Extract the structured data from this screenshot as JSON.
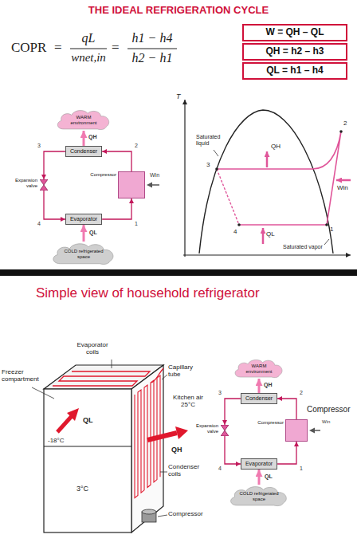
{
  "diagram": {
    "title": "THE IDEAL REFRIGERATION CYCLE",
    "nodes": [
      {
        "text": [
          "W = QH – QL"
        ]
      },
      {
        "text": [
          "QH = h2 – h3"
        ]
      },
      {
        "text": [
          "QL = h1 – h4"
        ]
      },
      {
        "text": [
          "WARM environment"
        ]
      },
      {
        "text": [
          "Condenser"
        ]
      },
      {
        "text": [
          "Expansion valve"
        ]
      },
      {
        "text": [
          "Compressor"
        ]
      },
      {
        "text": [
          "Evaporator"
        ]
      },
      {
        "text": [
          "COLD refrigerated space"
        ]
      },
      {
        "text": [
          "WARM environment"
        ]
      },
      {
        "text": [
          "Condenser"
        ]
      },
      {
        "text": [
          "Expansion valve"
        ]
      },
      {
        "text": [
          "Compressor"
        ]
      },
      {
        "text": [
          "Evaporator"
        ]
      },
      {
        "text": [
          "COLD refrigerated space"
        ]
      }
    ],
    "edges": [
      {
        "from": 4,
        "to": 5,
        "label": "3",
        "arrow": "to"
      },
      {
        "from": 5,
        "to": 7,
        "label": "4",
        "arrow": "to"
      },
      {
        "from": 7,
        "to": 6,
        "label": "1",
        "arrow": "to"
      },
      {
        "from": 6,
        "to": 4,
        "label": "2",
        "arrow": "to"
      },
      {
        "from": 4,
        "to": 3,
        "label": "QH",
        "arrow": "to"
      },
      {
        "from": 8,
        "to": 7,
        "label": "QL",
        "arrow": "to"
      },
      {
        "from": 10,
        "to": 11,
        "label": "3",
        "arrow": "to"
      },
      {
        "from": 11,
        "to": 13,
        "label": "4",
        "arrow": "to"
      },
      {
        "from": 13,
        "to": 12,
        "label": "1",
        "arrow": "to"
      },
      {
        "from": 12,
        "to": 10,
        "label": "2",
        "arrow": "to"
      },
      {
        "from": 10,
        "to": 9,
        "label": "QH",
        "arrow": "to"
      },
      {
        "from": 14,
        "to": 13,
        "label": "QL",
        "arrow": "to"
      }
    ],
    "labels": [
      "COPR",
      "=",
      "qL",
      "wnet,in",
      "=",
      "h1 − h4",
      "h2 − h1",
      "Win",
      "T",
      "Saturated liquid",
      "Saturated vapor",
      "QH",
      "QL",
      "Win",
      "1",
      "2",
      "3",
      "4",
      "Simple view of household refrigerator",
      "Evaporator coils",
      "Freezer compartment",
      "Capillary tube",
      "Kitchen air 25°C",
      "-18°C",
      "QL",
      "QH",
      "Condenser coils",
      "3°C",
      "Compressor",
      "Win",
      "Compressor"
    ]
  }
}
